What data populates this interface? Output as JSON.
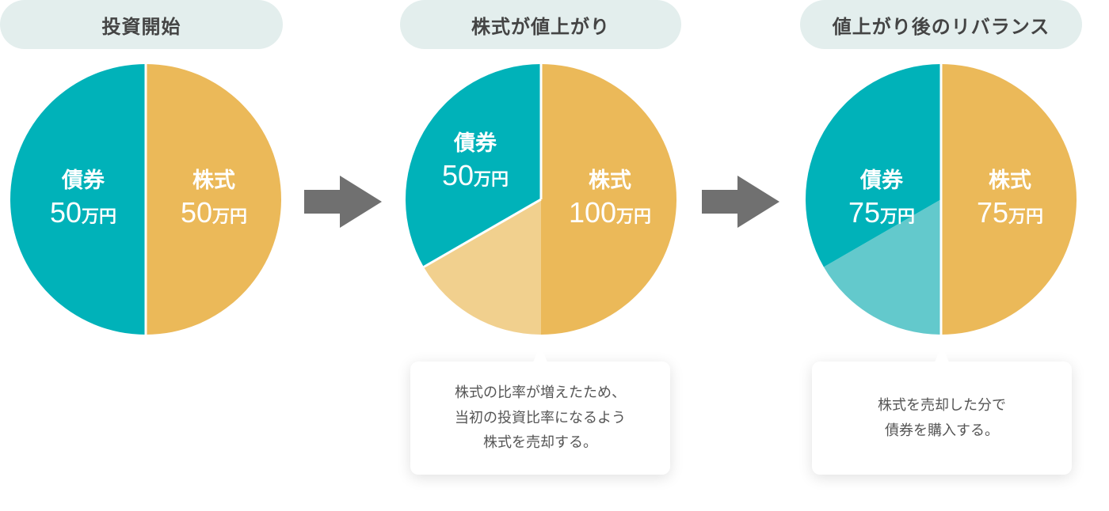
{
  "stages": [
    {
      "title": "投資開始",
      "bond": {
        "name": "債券",
        "amount": "50",
        "unit": "万円"
      },
      "stock": {
        "name": "株式",
        "amount": "50",
        "unit": "万円"
      }
    },
    {
      "title": "株式が値上がり",
      "bond": {
        "name": "債券",
        "amount": "50",
        "unit": "万円"
      },
      "stock": {
        "name": "株式",
        "amount": "100",
        "unit": "万円"
      },
      "note": [
        "株式の比率が増えたため、",
        "当初の投資比率になるよう",
        "株式を売却する。"
      ]
    },
    {
      "title": "値上がり後のリバランス",
      "bond": {
        "name": "債券",
        "amount": "75",
        "unit": "万円"
      },
      "stock": {
        "name": "株式",
        "amount": "75",
        "unit": "万円"
      },
      "note": [
        "株式を売却した分で",
        "債券を購入する。"
      ]
    }
  ],
  "colors": {
    "bond": "#00b2b9",
    "bond_light": "#63c9cc",
    "stock": "#ebb959",
    "stock_light": "#f1d08e",
    "arrow": "#707070"
  }
}
